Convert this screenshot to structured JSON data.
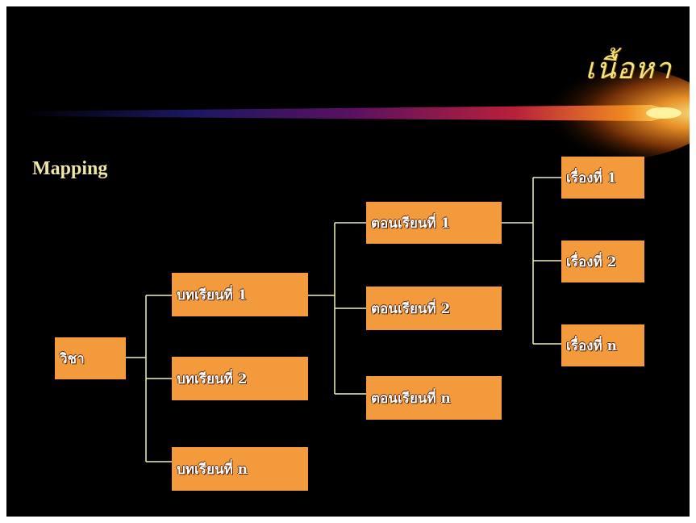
{
  "slide": {
    "heading": "เนื้อหา",
    "label": "Mapping"
  },
  "diagram": {
    "root": "วิชา",
    "lessons": [
      "บทเรียนที่ 1",
      "บทเรียนที่ 2",
      "บทเรียนที่ n"
    ],
    "parts": [
      "ตอนเรียนที่ 1",
      "ตอนเรียนที่ 2",
      "ตอนเรียนที่ n"
    ],
    "topics": [
      "เรื่องที่ 1",
      "เรื่องที่ 2",
      "เรื่องที่ n"
    ]
  },
  "colors": {
    "background": "#000000",
    "box": "#f39a3c",
    "line": "#f3efb8",
    "heading": "#f4e27a"
  }
}
